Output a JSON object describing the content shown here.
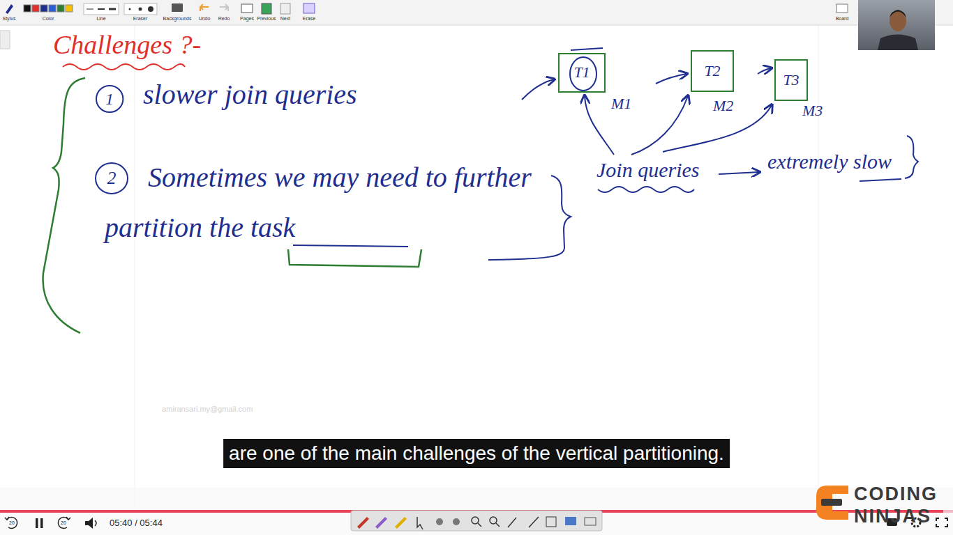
{
  "diagram": {
    "title": "Challenges ?-",
    "nodes": [
      {
        "text": [
          "T1"
        ]
      },
      {
        "text": [
          "T2"
        ]
      },
      {
        "text": [
          "T3"
        ]
      },
      {
        "text": [
          "1"
        ]
      },
      {
        "text": [
          "2"
        ]
      }
    ],
    "labels": [
      "Stylus",
      "Color",
      "Line",
      "Eraser",
      "Backgrounds",
      "Undo",
      "Redo",
      "Pages",
      "Previous",
      "Next",
      "Erase",
      "Board",
      "slower join queries",
      "Sometimes we may need to further partition the task",
      "M1",
      "M2",
      "M3",
      "Join queries",
      "extremely slow",
      "amiransari.my@gmail.com",
      "are one of the main challenges of the vertical partitioning.",
      "20",
      "20",
      "05:40 / 05:44",
      "CODING",
      "NINJAS"
    ]
  }
}
